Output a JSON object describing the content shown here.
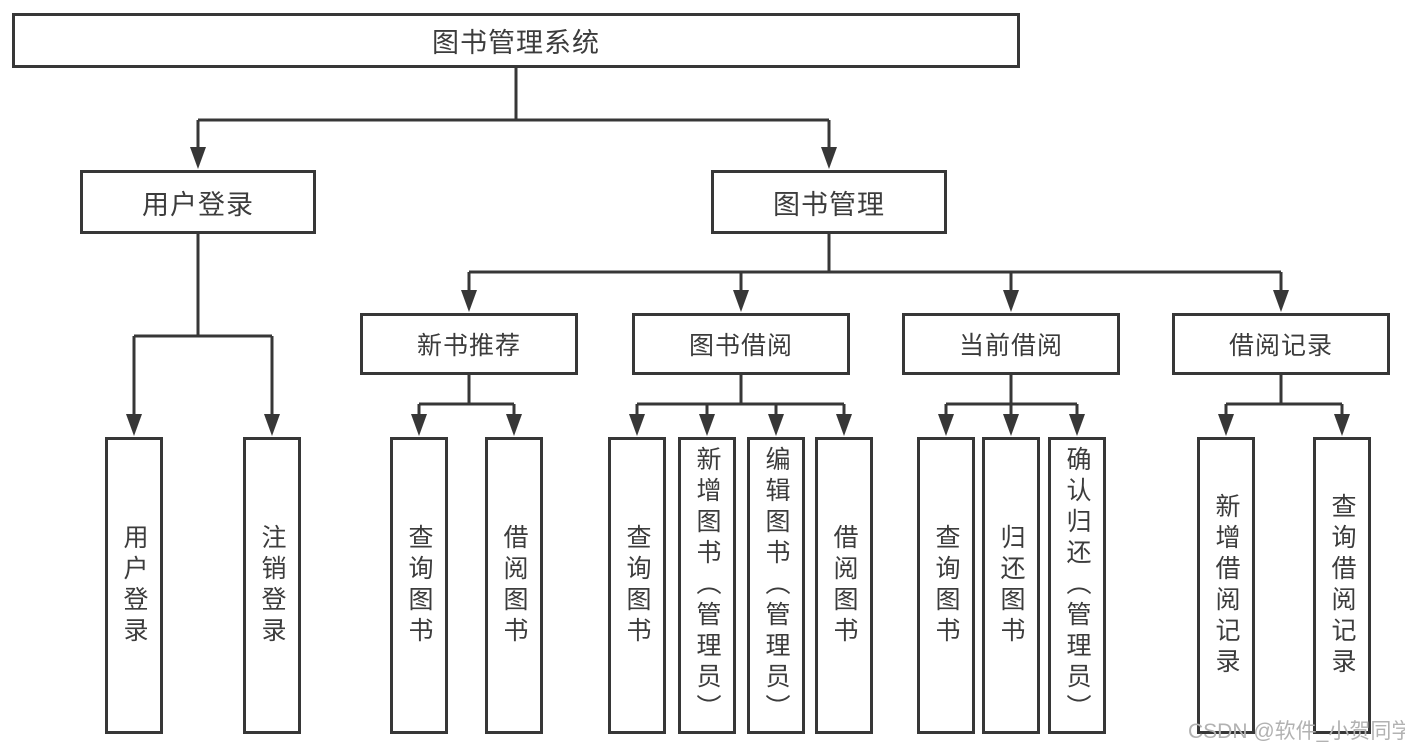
{
  "diagram": {
    "title": "library-management-system-function-structure",
    "root": "图书管理系统",
    "level2": {
      "user_login": "用户登录",
      "book_management": "图书管理"
    },
    "level3": {
      "new_book_recommend": "新书推荐",
      "book_borrow": "图书借阅",
      "current_borrow": "当前借阅",
      "borrow_records": "借阅记录"
    },
    "leaves": {
      "user_login_children": [
        "用户登录",
        "注销登录"
      ],
      "new_book_children": [
        "查询图书",
        "借阅图书"
      ],
      "book_borrow_children": [
        "查询图书",
        "新增图书（管理员）",
        "编辑图书（管理员）",
        "借阅图书"
      ],
      "current_borrow_children": [
        "查询图书",
        "归还图书",
        "确认归还（管理员）"
      ],
      "borrow_records_children": [
        "新增借阅记录",
        "查询借阅记录"
      ]
    }
  },
  "watermark": "CSDN @软件_小贺同学",
  "colors": {
    "line": "#373737",
    "text": "#3c3c3c",
    "watermark": "#b2b2b2",
    "background": "#ffffff"
  }
}
